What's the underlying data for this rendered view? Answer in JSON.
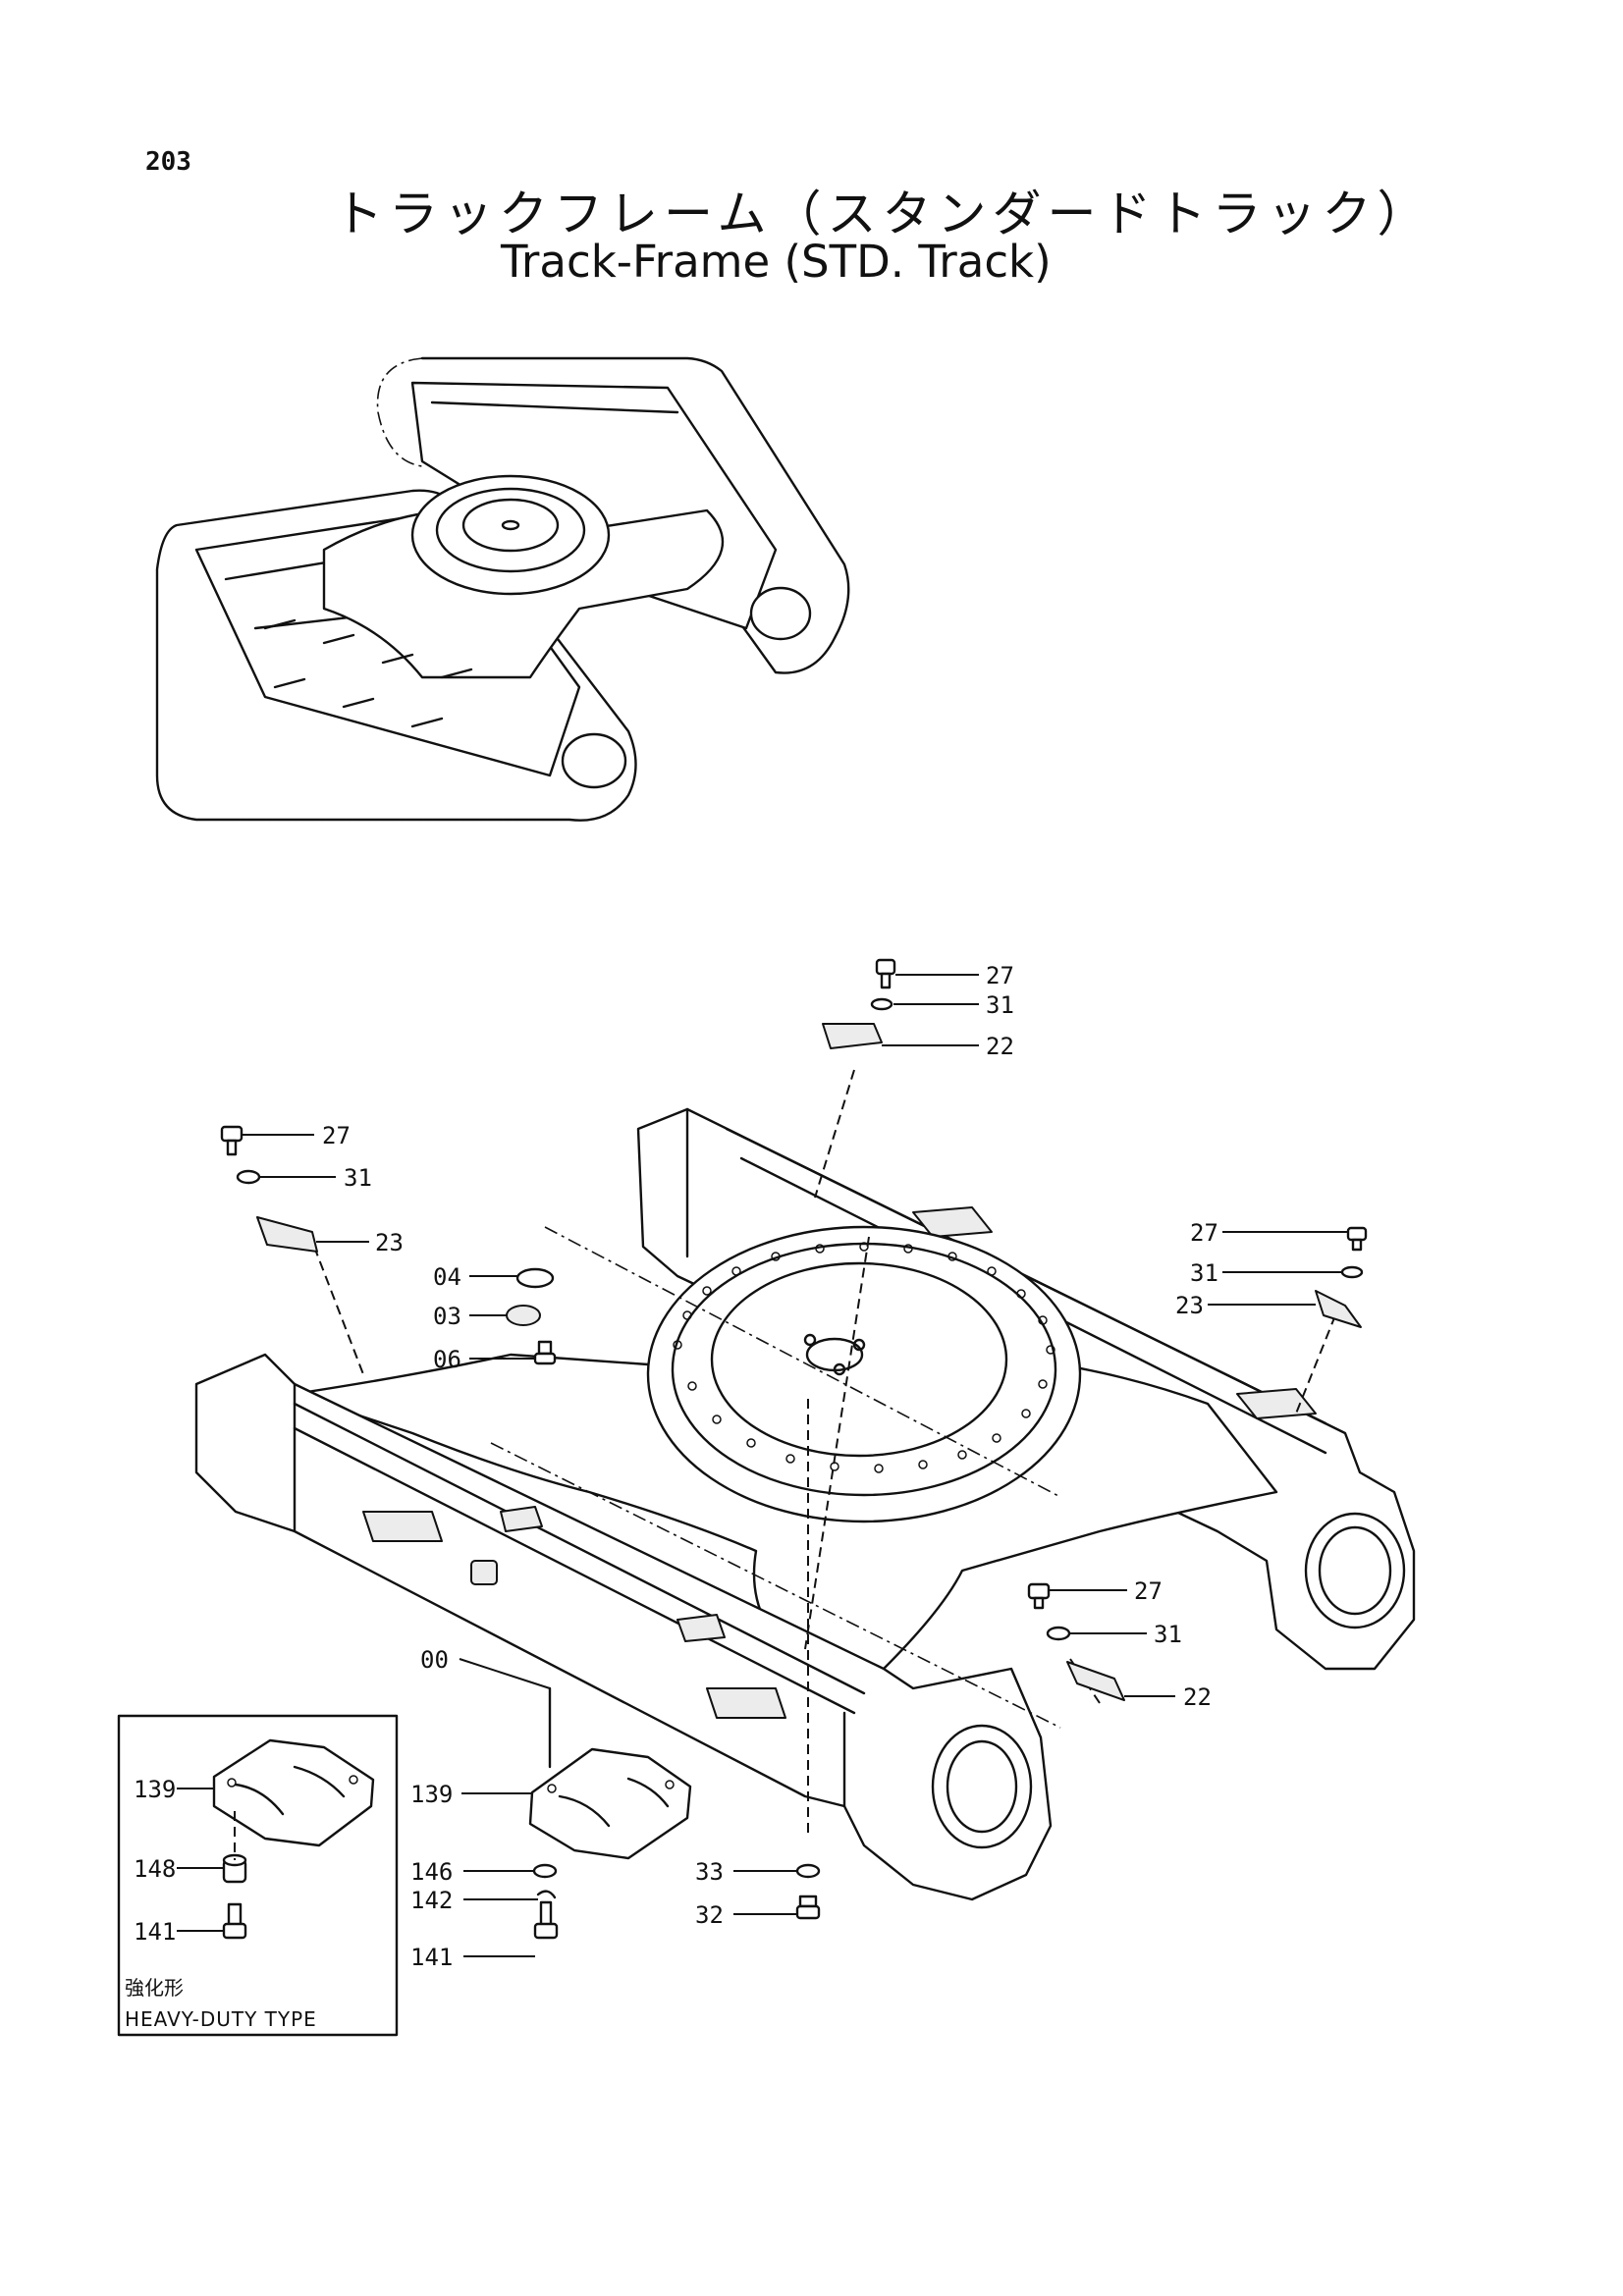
{
  "page_number": "203",
  "title_ja": "トラックフレーム（スタンダードトラック）",
  "title_en": "Track-Frame (STD. Track)",
  "callouts": {
    "c27_top": "27",
    "c31_top": "31",
    "c22_top": "22",
    "c27_left": "27",
    "c31_left": "31",
    "c23_left": "23",
    "c04": "04",
    "c03": "03",
    "c06": "06",
    "c27_right": "27",
    "c31_right": "31",
    "c23_right": "23",
    "c27_rear": "27",
    "c31_rear": "31",
    "c22_rear": "22",
    "c00": "00",
    "c139": "139",
    "c146": "146",
    "c142": "142",
    "c141": "141",
    "c33": "33",
    "c32": "32"
  },
  "inset": {
    "c139": "139",
    "c148": "148",
    "c141": "141",
    "label_ja": "強化形",
    "label_en": "HEAVY-DUTY TYPE"
  }
}
